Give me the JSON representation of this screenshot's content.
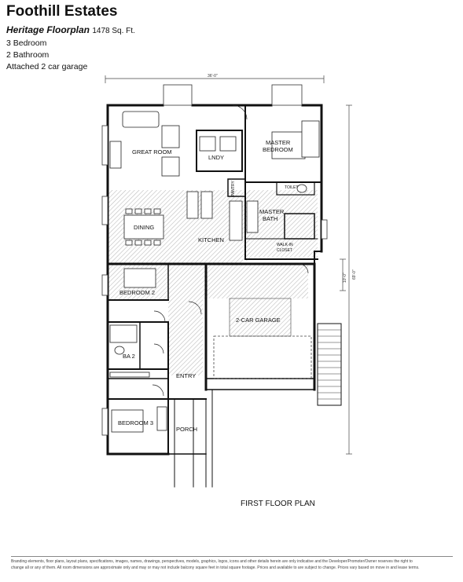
{
  "header": {
    "title": "Foothill Estates",
    "plan_name": "Heritage Floorplan",
    "sqft": "1478 Sq. Ft.",
    "specs": [
      "3 Bedroom",
      "2 Bathroom",
      "Attached 2 car garage"
    ]
  },
  "floorplan": {
    "rooms": {
      "great_room": "GREAT ROOM",
      "lndy": "LNDY",
      "master_bedroom_1": "MASTER",
      "master_bedroom_2": "BEDROOM",
      "pantry": "PANTRY",
      "toilet": "TOILET",
      "master_bath_1": "MASTER",
      "master_bath_2": "BATH",
      "dining": "DINING",
      "kitchen": "KITCHEN",
      "walkin_1": "WALK-IN",
      "walkin_2": "CLOSET",
      "bedroom2": "BEDROOM 2",
      "garage": "2-CAR GARAGE",
      "ba2": "BA 2",
      "entry": "ENTRY",
      "bedroom3": "BEDROOM 3",
      "porch": "PORCH"
    },
    "dimensions": {
      "width": "36'-0\"",
      "depth": "69'-0\"",
      "garage_offset": "10'-0\""
    },
    "plan_title": "FIRST FLOOR PLAN"
  },
  "disclaimer": {
    "line1": "Branding elements, floor plans, layout plans, specifications, images, names, drawings, perspectives, models, graphics, logos, icons and other details herein are only indicative and the Developer/Promoter/Owner reserves the right to",
    "line2": "change all or any of them. All room dimensions are approximate only and may or may not include balcony square feet in total square footage. Prices and available to are subject to change. Prices vary based on move in and lease terms."
  },
  "colors": {
    "wall": "#111111",
    "hatch": "#c8c8c8"
  }
}
